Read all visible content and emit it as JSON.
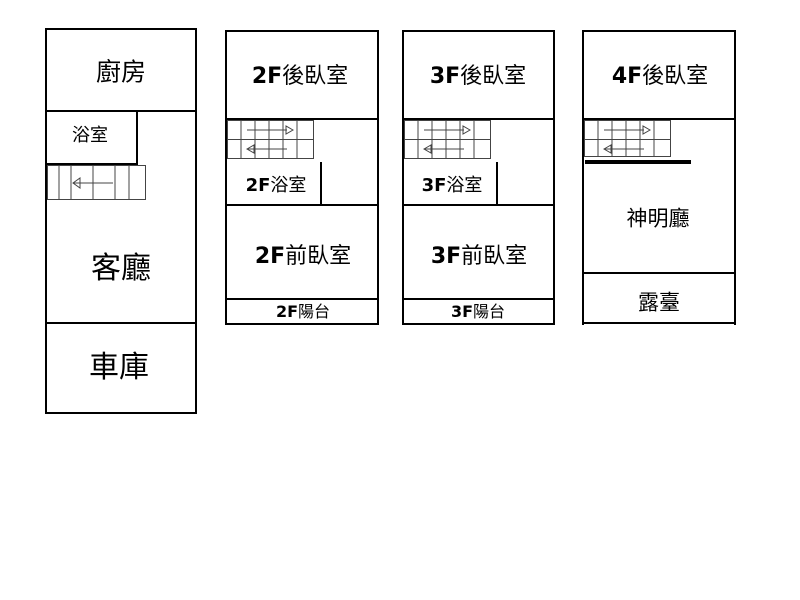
{
  "floor1": {
    "kitchen": "廚房",
    "bath": "浴室",
    "living": "客廳",
    "garage": "車庫"
  },
  "floor2": {
    "back_bedroom": {
      "num": "2F",
      "name": "後臥室"
    },
    "bath": {
      "num": "2F",
      "name": "浴室"
    },
    "front_bedroom": {
      "num": "2F",
      "name": "前臥室"
    },
    "balcony": {
      "num": "2F",
      "name": "陽台"
    }
  },
  "floor3": {
    "back_bedroom": {
      "num": "3F",
      "name": "後臥室"
    },
    "bath": {
      "num": "3F",
      "name": "浴室"
    },
    "front_bedroom": {
      "num": "3F",
      "name": "前臥室"
    },
    "balcony": {
      "num": "3F",
      "name": "陽台"
    }
  },
  "floor4": {
    "back_bedroom": {
      "num": "4F",
      "name": "後臥室"
    },
    "shrine_hall": "神明廳",
    "terrace": "露臺"
  }
}
